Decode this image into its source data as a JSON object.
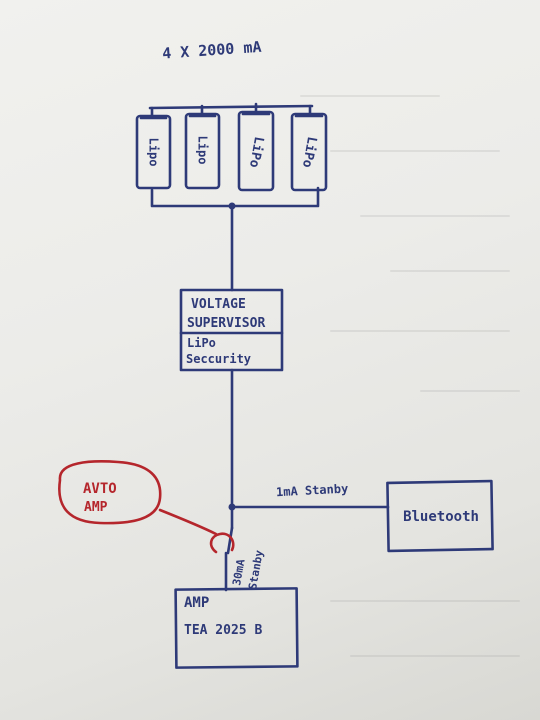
{
  "capacity_label": "4 X 2000 mA",
  "cells": [
    {
      "label": "Lipo"
    },
    {
      "label": "Lipo"
    },
    {
      "label": "LiPo"
    },
    {
      "label": "LiPo"
    }
  ],
  "supervisor": {
    "line1": "VOLTAGE",
    "line2": "SUPERVISOR",
    "line3": "LiPo",
    "line4": "Seccurity"
  },
  "bluetooth": {
    "label": "Bluetooth",
    "standby": "1mA Stanby"
  },
  "amp": {
    "line1": "AMP",
    "line2": "TEA 2025 B",
    "standby_line1": "30mA",
    "standby_line2": "Stanby"
  },
  "auto_amp": {
    "line1": "AVTO",
    "line2": "AMP"
  },
  "colors": {
    "ink_blue": "#2e3a78",
    "ink_red": "#b5262c",
    "paper": "#ecece9"
  }
}
